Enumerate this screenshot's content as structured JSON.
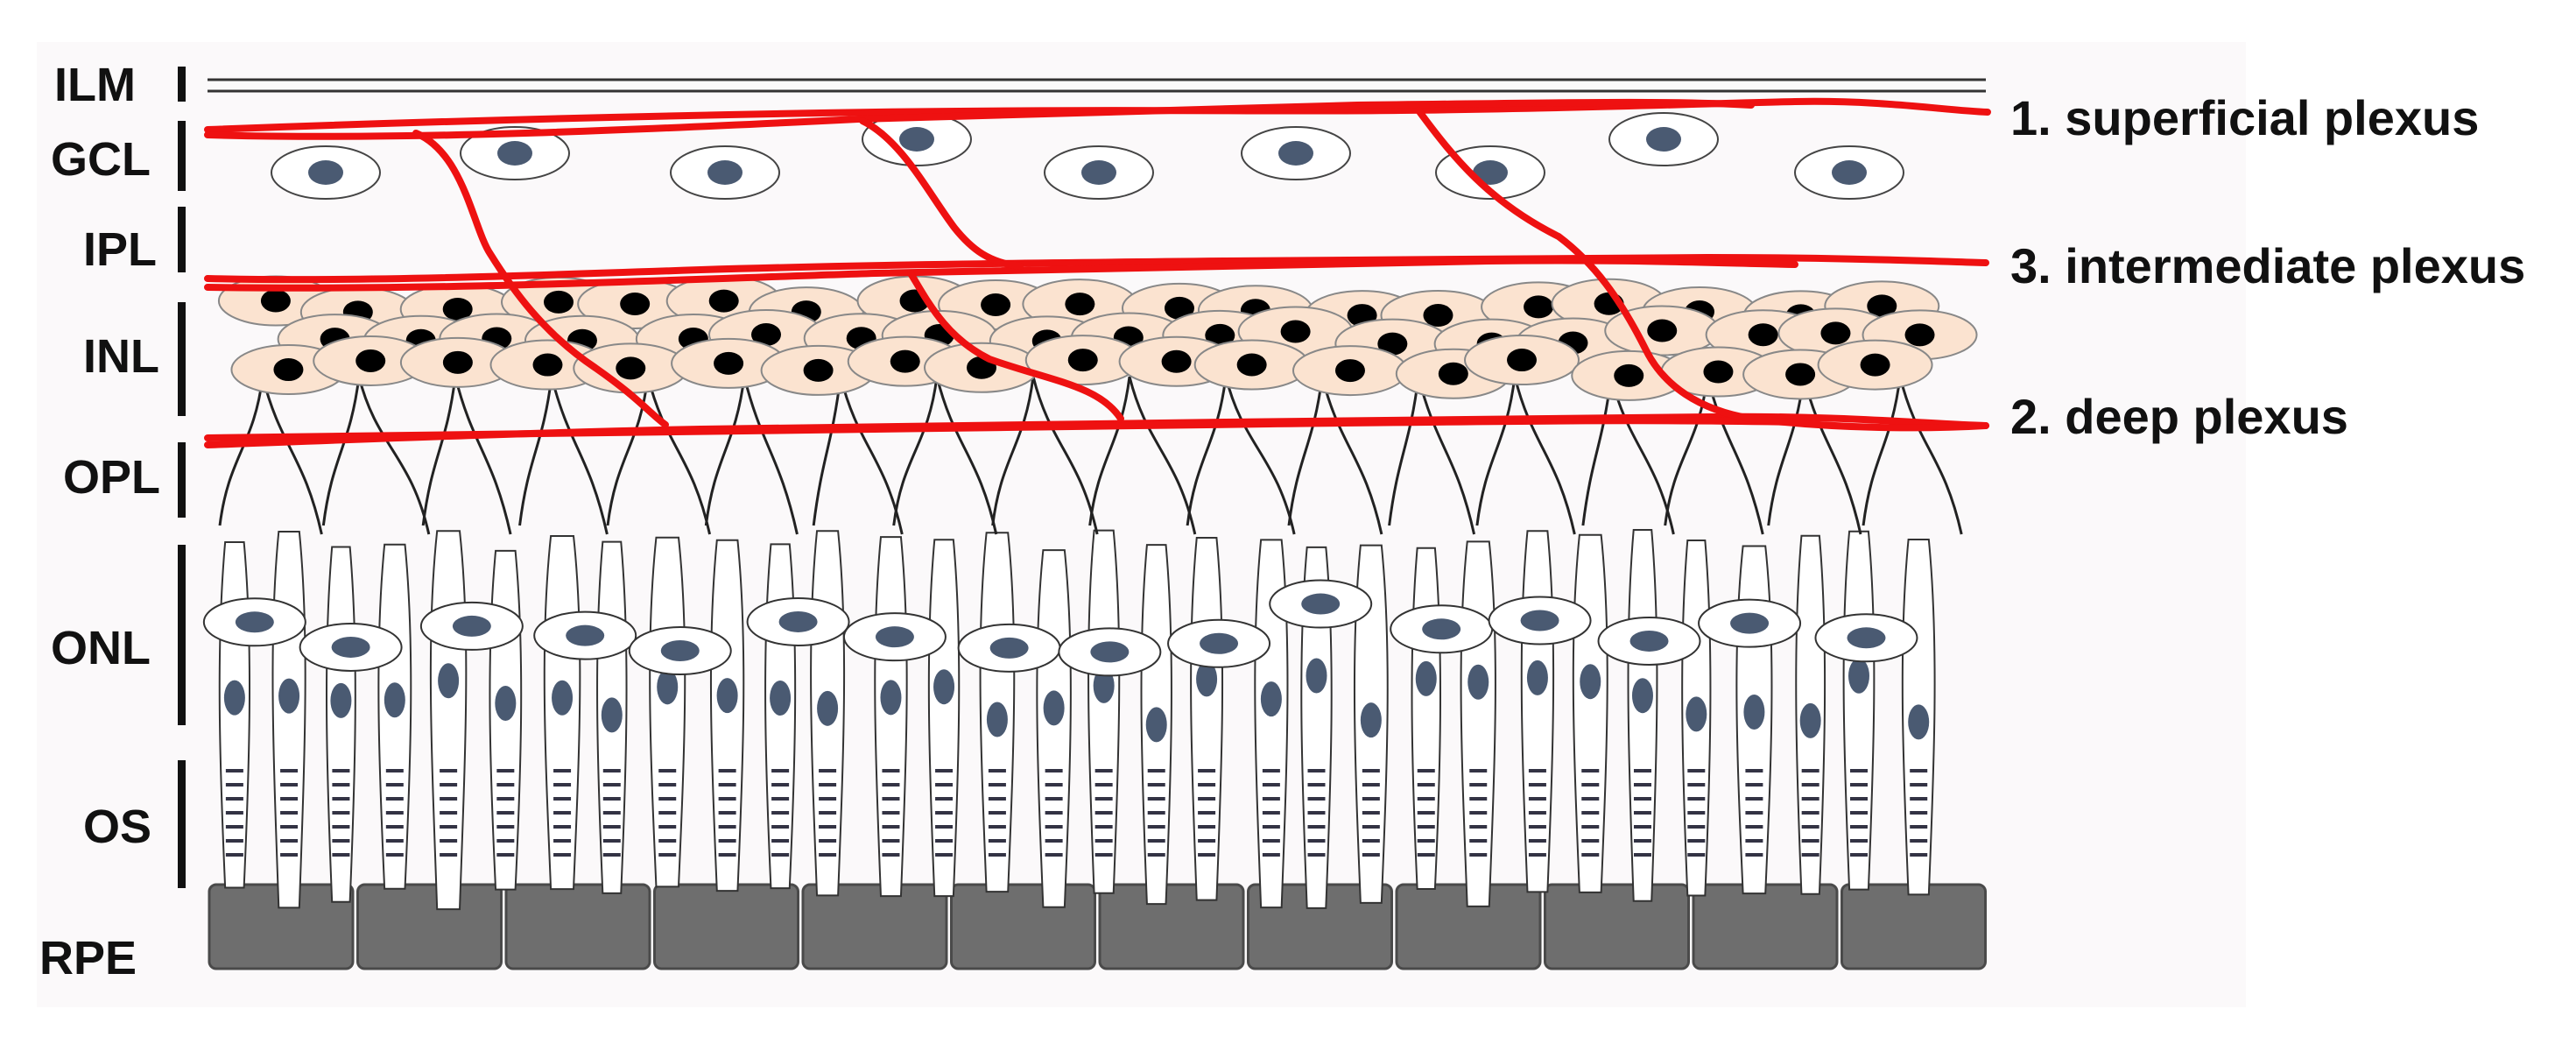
{
  "layers": [
    {
      "id": "ilm",
      "label": "ILM"
    },
    {
      "id": "gcl",
      "label": "GCL"
    },
    {
      "id": "ipl",
      "label": "IPL"
    },
    {
      "id": "inl",
      "label": "INL"
    },
    {
      "id": "opl",
      "label": "OPL"
    },
    {
      "id": "onl",
      "label": "ONL"
    },
    {
      "id": "os",
      "label": "OS"
    },
    {
      "id": "rpe",
      "label": "RPE"
    }
  ],
  "plexuses": [
    {
      "id": "superficial",
      "label": "1. superficial plexus"
    },
    {
      "id": "intermediate",
      "label": "3. intermediate plexus"
    },
    {
      "id": "deep",
      "label": "2. deep plexus"
    }
  ],
  "colors": {
    "vessel": "#ee1111",
    "background": "#fbf9fa",
    "ganglion_cell": "#ffffff",
    "nucleus": "#4a5a72",
    "bipolar_cell": "#fbe3d0",
    "bipolar_nucleus": "#000000",
    "photoreceptor": "#ffffff",
    "rpe": "#6e6e6e",
    "label": "#111111"
  }
}
